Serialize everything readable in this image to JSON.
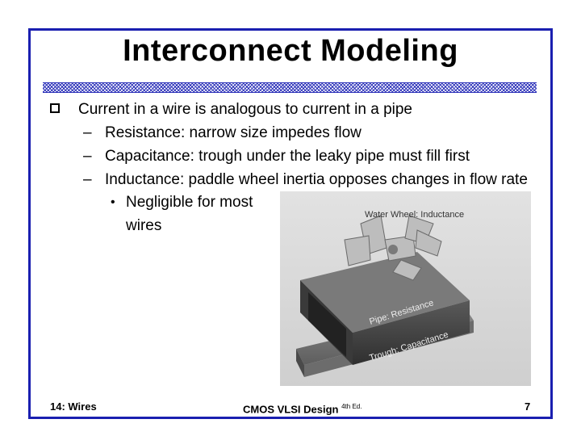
{
  "slide": {
    "title": "Interconnect Modeling",
    "bullet": "Current in a wire is analogous to current in a pipe",
    "subs": [
      "Resistance: narrow size impedes flow",
      "Capacitance: trough under the leaky pipe must fill first",
      "Inductance: paddle wheel inertia opposes changes in flow rate"
    ],
    "subsub_line1": "Negligible for most",
    "subsub_line2": "wires"
  },
  "figure": {
    "label_wheel": "Water Wheel: Inductance",
    "label_pipe": "Pipe: Resistance",
    "label_trough": "Trough: Capacitance"
  },
  "footer": {
    "left": "14: Wires",
    "center": "CMOS VLSI Design",
    "center_sup": "4th Ed.",
    "page": "7"
  },
  "colors": {
    "frame": "#1a1fb0"
  }
}
